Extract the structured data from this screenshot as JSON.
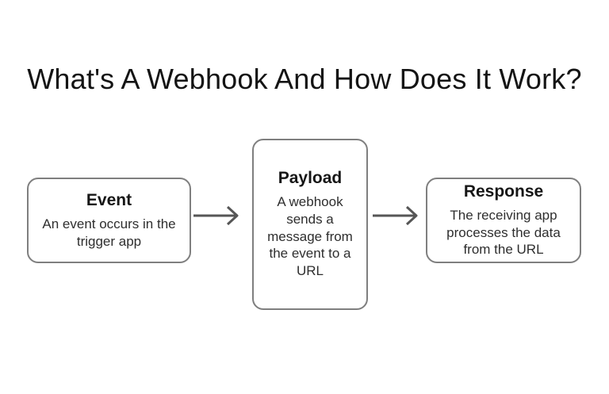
{
  "title": "What's A Webhook And How Does It Work?",
  "colors": {
    "background": "#ffffff",
    "box_border": "#7f7f7f",
    "arrow": "#565656",
    "title_text": "#141414",
    "heading_text": "#161616",
    "body_text": "#2e2e2e"
  },
  "diagram": {
    "boxes": [
      {
        "id": "event",
        "heading": "Event",
        "body": "An event occurs in the trigger app"
      },
      {
        "id": "payload",
        "heading": "Payload",
        "body": "A webhook sends a message from the event to a URL"
      },
      {
        "id": "response",
        "heading": "Response",
        "body": "The receiving app processes the data from the URL"
      }
    ],
    "arrows": [
      {
        "name": "event-to-payload"
      },
      {
        "name": "payload-to-response"
      }
    ]
  }
}
